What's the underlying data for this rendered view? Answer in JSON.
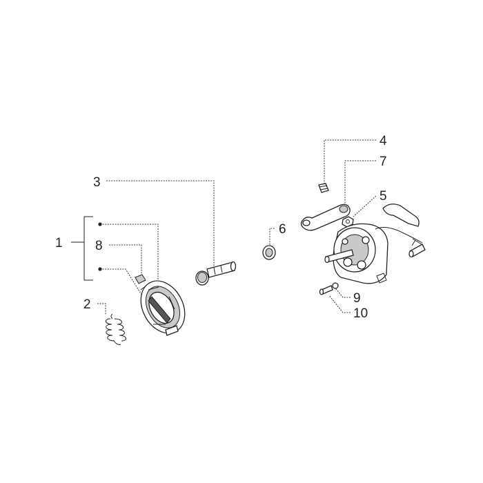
{
  "callouts": [
    {
      "id": "1",
      "text": "1",
      "part": "brake shoe assembly"
    },
    {
      "id": "2",
      "text": "2",
      "part": "return spring"
    },
    {
      "id": "3",
      "text": "3",
      "part": "cam pin"
    },
    {
      "id": "4",
      "text": "4",
      "part": "screw"
    },
    {
      "id": "5",
      "text": "5",
      "part": "nut"
    },
    {
      "id": "6",
      "text": "6",
      "part": "seal ring"
    },
    {
      "id": "7",
      "text": "7",
      "part": "brake lever"
    },
    {
      "id": "8",
      "text": "8",
      "part": "pad"
    },
    {
      "id": "9",
      "text": "9",
      "part": "washer"
    },
    {
      "id": "10",
      "text": "10",
      "part": "screw"
    }
  ]
}
